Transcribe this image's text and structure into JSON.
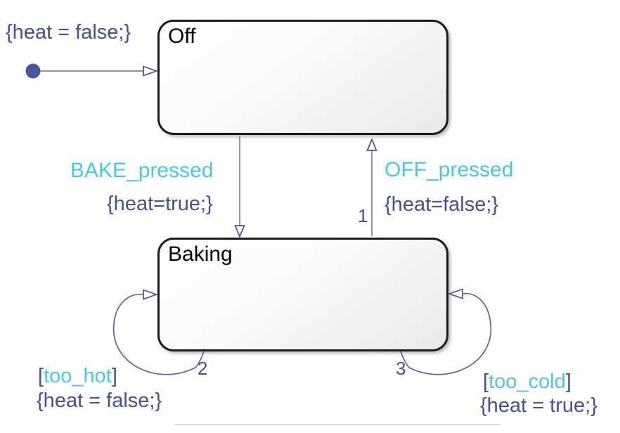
{
  "states": {
    "off": {
      "label": "Off"
    },
    "baking": {
      "label": "Baking"
    }
  },
  "transitions": {
    "initial": {
      "action": "{heat = false;}"
    },
    "bake": {
      "event": "BAKE_pressed",
      "action": "{heat=true;}"
    },
    "off": {
      "event": "OFF_pressed",
      "action": "{heat=false;}",
      "order": "1"
    },
    "too_hot": {
      "bracket_open": "[",
      "condition": "too_hot",
      "bracket_close": "]",
      "action": "{heat = false;}",
      "order": "2"
    },
    "too_cold": {
      "bracket_open": "[",
      "condition": "too_cold",
      "bracket_close": "]",
      "action": "{heat = true;}",
      "order": "3"
    }
  },
  "colors": {
    "event_text": "#46C8EB",
    "action_text": "#464E96",
    "transition_line": "#7D82AF",
    "arrow_stroke": "#4A5299",
    "initial_dot": "#4A55A0",
    "state_border": "#1B1B1B"
  }
}
